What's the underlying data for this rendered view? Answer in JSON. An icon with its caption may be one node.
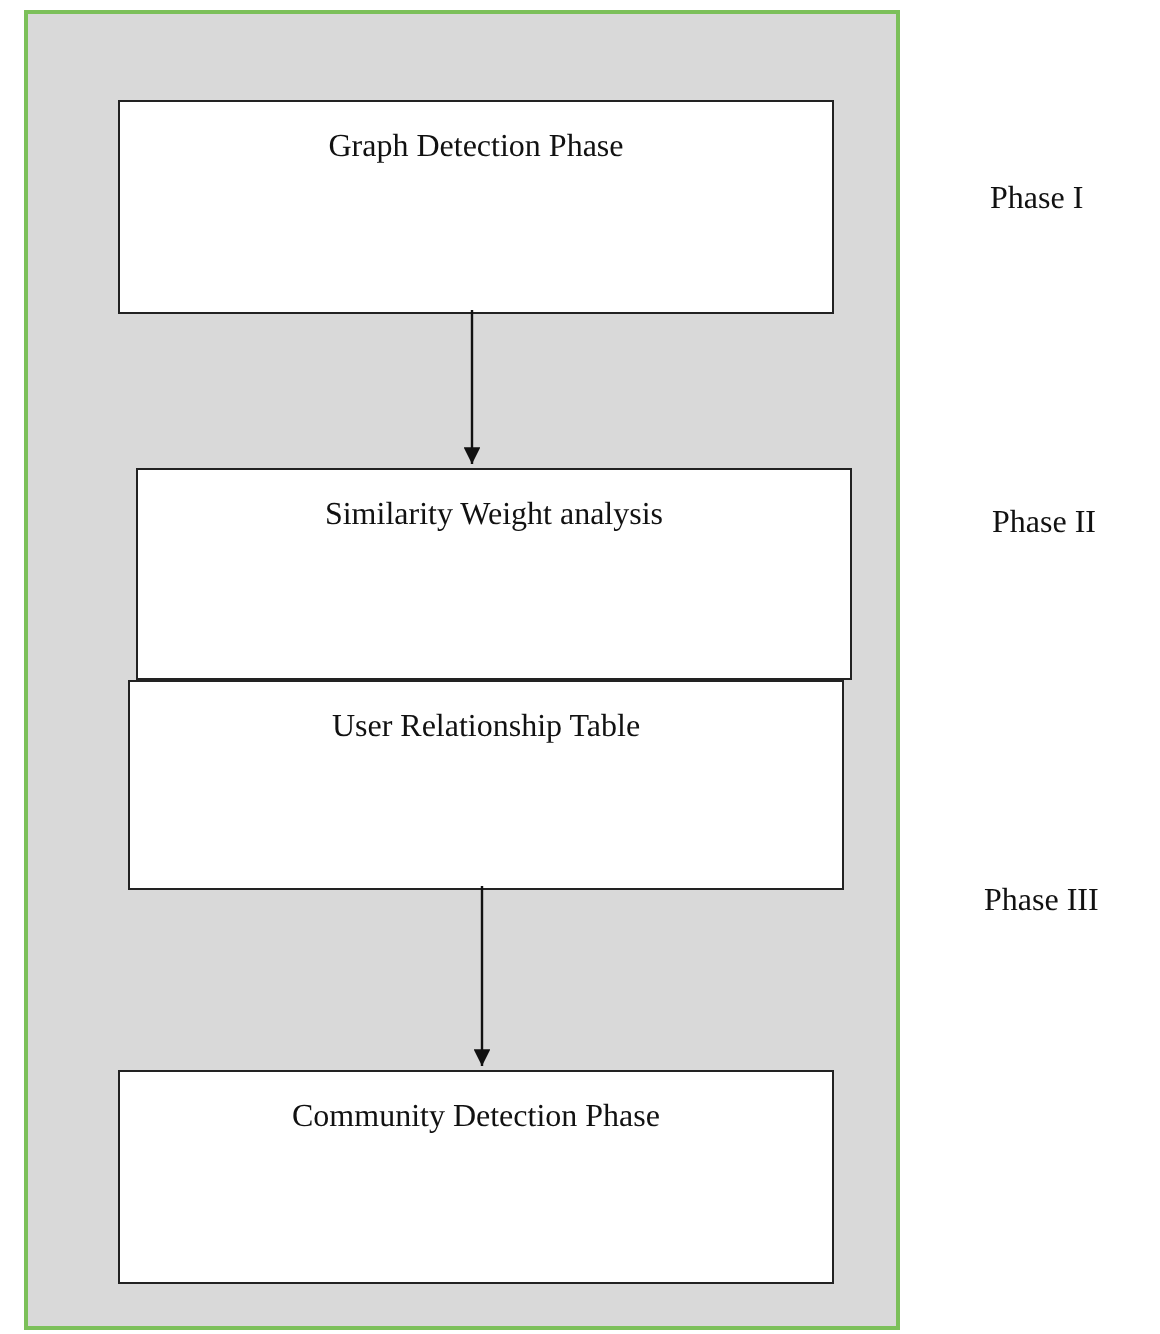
{
  "diagram": {
    "nodes": [
      {
        "text": [],
        "shape": "box"
      },
      {
        "text": [
          "Graph Detection Phase"
        ],
        "in": 0
      },
      {
        "text": [
          "Similarity Weight analysis"
        ],
        "in": 0
      },
      {
        "text": [
          "User Relationship Table"
        ],
        "in": 0
      },
      {
        "text": [
          "Community Detection Phase"
        ],
        "in": 0
      }
    ],
    "edges": [
      {
        "from": 1,
        "to": 2,
        "arrow": "to"
      },
      {
        "from": 3,
        "to": 4,
        "arrow": "to"
      }
    ],
    "labels": [
      "Phase I",
      "Phase II",
      "Phase III"
    ]
  }
}
